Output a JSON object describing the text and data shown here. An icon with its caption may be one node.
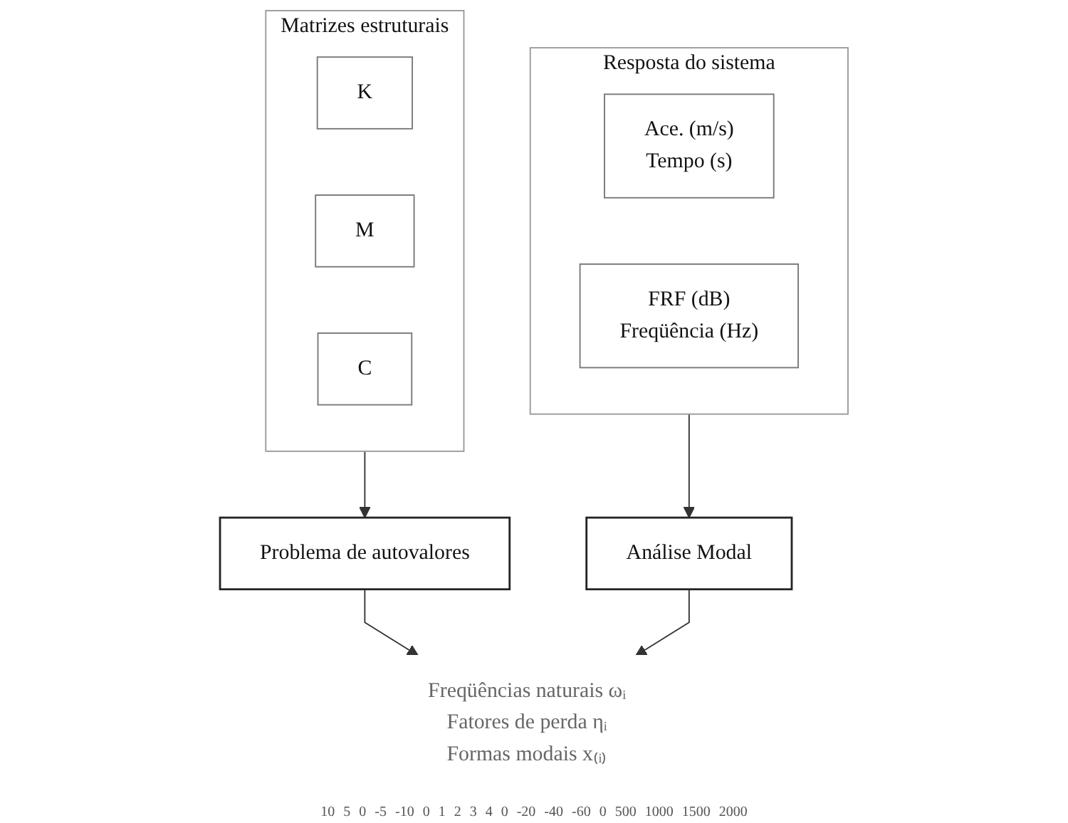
{
  "diagram": {
    "nodes": [
      {
        "text": [
          "Matrizes estruturais"
        ]
      },
      {
        "text": [
          "K"
        ],
        "in": 0
      },
      {
        "text": [
          "M"
        ],
        "in": 0
      },
      {
        "text": [
          "C"
        ],
        "in": 0
      },
      {
        "text": [
          "Resposta do sistema"
        ]
      },
      {
        "text": [
          "Ace. (m/s)",
          "Tempo (s)"
        ],
        "in": 4
      },
      {
        "text": [
          "FRF (dB)",
          "Freqüência (Hz)"
        ],
        "in": 4
      },
      {
        "text": [
          "Problema de autovalores"
        ]
      },
      {
        "text": [
          "Análise Modal"
        ]
      },
      {
        "text": [
          "Freqüências naturais ωᵢ",
          "Fatores de perda ηᵢ",
          "Formas modais x₍ᵢ₎"
        ]
      }
    ],
    "edges": [
      {
        "from": 0,
        "to": 7,
        "arrow": "to"
      },
      {
        "from": 4,
        "to": 8,
        "arrow": "to"
      },
      {
        "from": 7,
        "to": 9,
        "arrow": "to"
      },
      {
        "from": 8,
        "to": 9,
        "arrow": "to"
      }
    ],
    "labels": [
      "10",
      "5",
      "0",
      "-5",
      "-10",
      "0",
      "1",
      "2",
      "3",
      "4",
      "0",
      "-20",
      "-40",
      "-60",
      "0",
      "500",
      "1000",
      "1500",
      "2000"
    ]
  }
}
